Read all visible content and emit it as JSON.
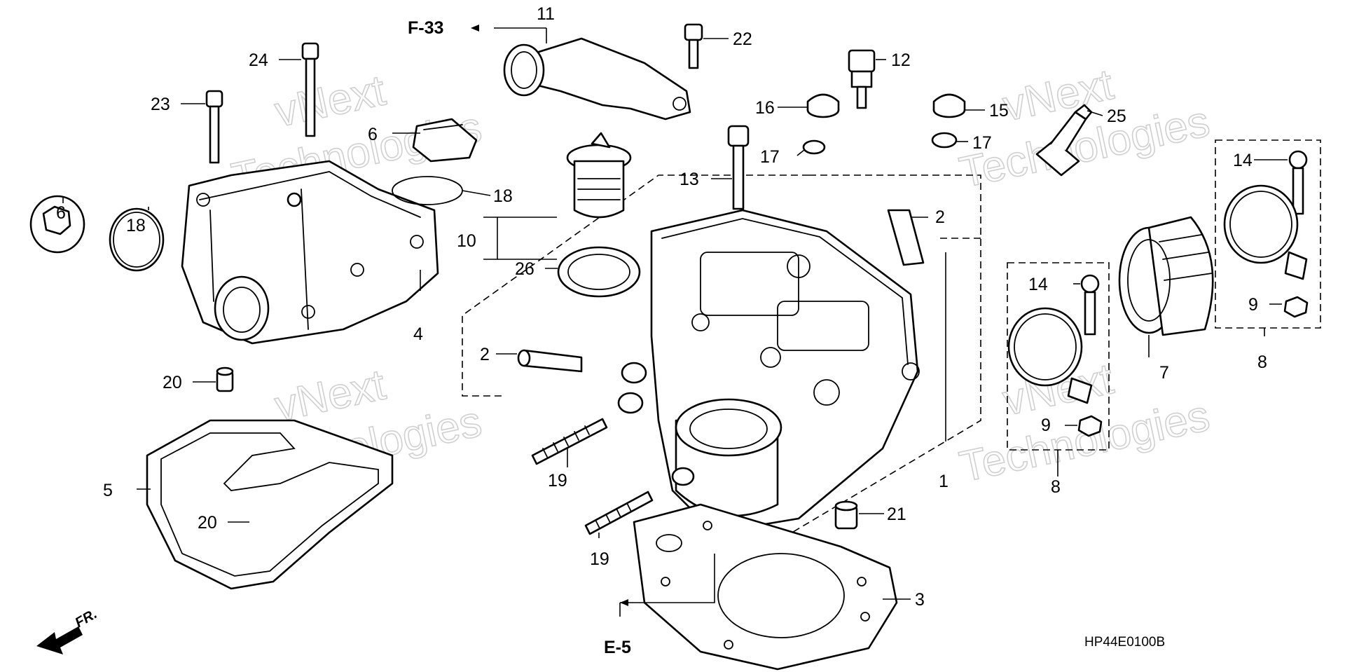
{
  "diagram": {
    "callouts": {
      "c1": "1",
      "c2a": "2",
      "c2b": "2",
      "c3": "3",
      "c4": "4",
      "c5": "5",
      "c6a": "6",
      "c6b": "6",
      "c7": "7",
      "c8a": "8",
      "c8b": "8",
      "c9a": "9",
      "c9b": "9",
      "c10": "10",
      "c11": "11",
      "c12": "12",
      "c13": "13",
      "c14a": "14",
      "c14b": "14",
      "c15": "15",
      "c16": "16",
      "c17a": "17",
      "c17b": "17",
      "c18a": "18",
      "c18b": "18",
      "c19a": "19",
      "c19b": "19",
      "c20a": "20",
      "c20b": "20",
      "c21": "21",
      "c22": "22",
      "c23": "23",
      "c24": "24",
      "c25": "25",
      "c26": "26"
    },
    "refs": {
      "f33": "F-33",
      "e5": "E-5"
    },
    "diagram_code": "HP44E0100B",
    "front_label": "FR.",
    "watermark": {
      "line1": "vNext",
      "line2": "Technologies"
    }
  }
}
